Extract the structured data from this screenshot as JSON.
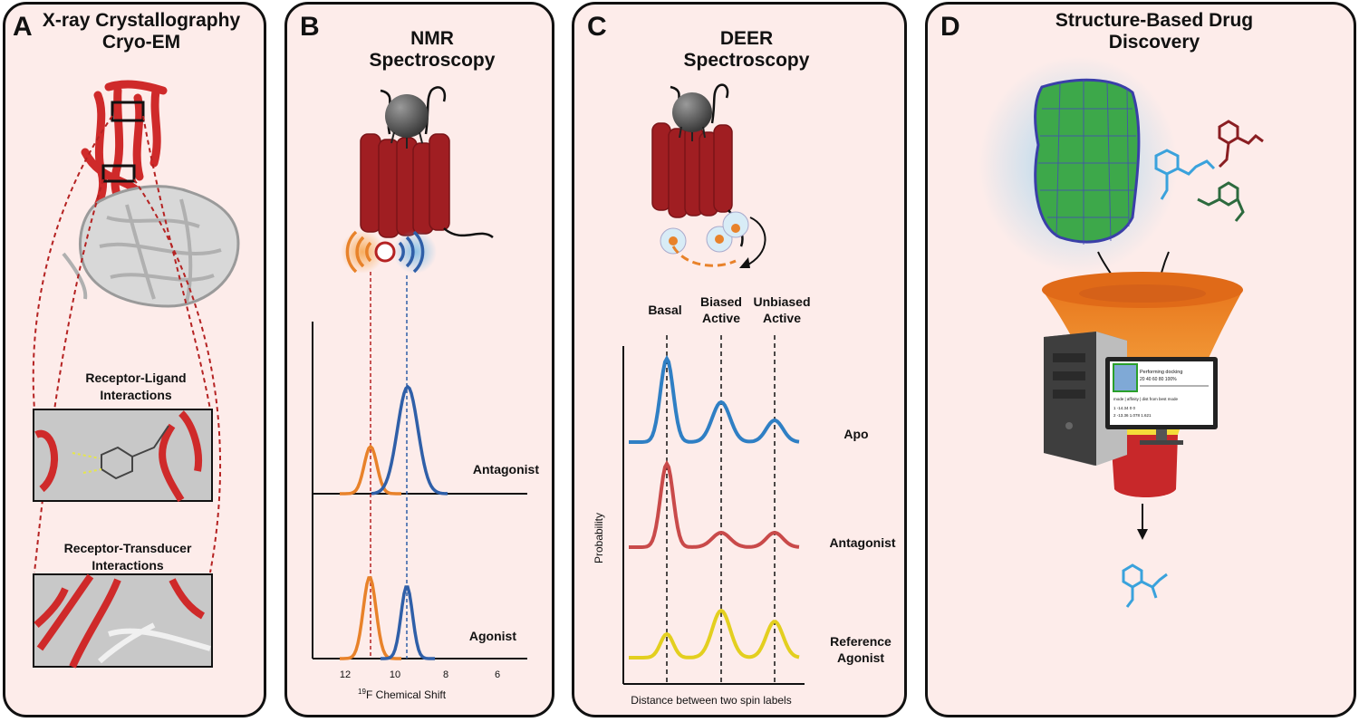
{
  "panels": {
    "a": {
      "letter": "A",
      "title_line1": "X-ray Crystallography",
      "title_line2": "Cryo-EM",
      "box1_line1": "Receptor-Ligand",
      "box1_line2": "Interactions",
      "box2_line1": "Receptor-Transducer",
      "box2_line2": "Interactions"
    },
    "b": {
      "letter": "B",
      "title_line1": "NMR",
      "title_line2": "Spectroscopy",
      "row1": "Antagonist",
      "row2": "Agonist",
      "ticks": [
        "12",
        "10",
        "8",
        "6"
      ],
      "xlabel_sup": "19",
      "xlabel": "F Chemical Shift"
    },
    "c": {
      "letter": "C",
      "title_line1": "DEER",
      "title_line2": "Spectroscopy",
      "col1": "Basal",
      "col2_line1": "Biased",
      "col2_line2": "Active",
      "col3_line1": "Unbiased",
      "col3_line2": "Active",
      "row1": "Apo",
      "row2": "Antagonist",
      "row3_line1": "Reference",
      "row3_line2": "Agonist",
      "ylabel": "Probability",
      "xlabel": "Distance between two spin labels"
    },
    "d": {
      "letter": "D",
      "title_line1": "Structure-Based Drug",
      "title_line2": "Discovery",
      "screen_line1": "Performing docking",
      "screen_line2": "20  40  60  80  100%",
      "screen_line3": "mode | affinity | dist from best mode",
      "screen_row1": "1    -14.34    0      0",
      "screen_row2": "2    -13.36   1.078   1.621"
    }
  },
  "colors": {
    "panel_bg": "#fdecea",
    "receptor_red": "#a01e22",
    "orange": "#e8822a",
    "blue": "#2f5fa8",
    "light_blue": "#3fa0d8",
    "deer_blue": "#2f7fc4",
    "deer_red": "#c94a4a",
    "deer_yellow": "#e3cf1f"
  }
}
